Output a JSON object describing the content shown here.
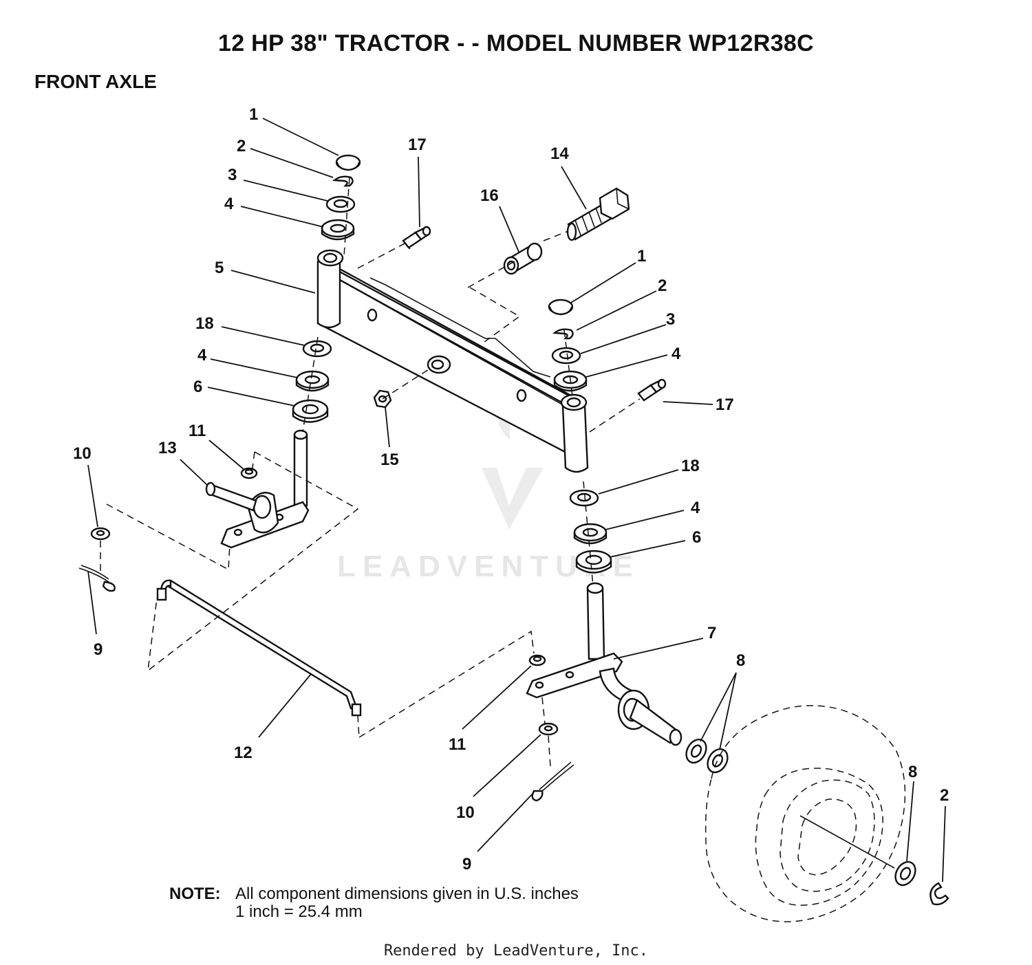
{
  "header": {
    "title": "12 HP 38\" TRACTOR - - MODEL NUMBER WP12R38C",
    "section": "FRONT AXLE"
  },
  "callouts": [
    {
      "id": "c1a",
      "text": "1"
    },
    {
      "id": "c2a",
      "text": "2"
    },
    {
      "id": "c3a",
      "text": "3"
    },
    {
      "id": "c4a",
      "text": "4"
    },
    {
      "id": "c5",
      "text": "5"
    },
    {
      "id": "c18a",
      "text": "18"
    },
    {
      "id": "c4b",
      "text": "4"
    },
    {
      "id": "c6a",
      "text": "6"
    },
    {
      "id": "c17a",
      "text": "17"
    },
    {
      "id": "c16",
      "text": "16"
    },
    {
      "id": "c14",
      "text": "14"
    },
    {
      "id": "c1b",
      "text": "1"
    },
    {
      "id": "c2b",
      "text": "2"
    },
    {
      "id": "c3b",
      "text": "3"
    },
    {
      "id": "c4c",
      "text": "4"
    },
    {
      "id": "c17b",
      "text": "17"
    },
    {
      "id": "c15",
      "text": "15"
    },
    {
      "id": "c10a",
      "text": "10"
    },
    {
      "id": "c13",
      "text": "13"
    },
    {
      "id": "c11a",
      "text": "11"
    },
    {
      "id": "c9a",
      "text": "9"
    },
    {
      "id": "c18b",
      "text": "18"
    },
    {
      "id": "c4d",
      "text": "4"
    },
    {
      "id": "c6b",
      "text": "6"
    },
    {
      "id": "c7",
      "text": "7"
    },
    {
      "id": "c8a",
      "text": "8"
    },
    {
      "id": "c12",
      "text": "12"
    },
    {
      "id": "c11b",
      "text": "11"
    },
    {
      "id": "c10b",
      "text": "10"
    },
    {
      "id": "c9b",
      "text": "9"
    },
    {
      "id": "c8b",
      "text": "8"
    },
    {
      "id": "c2c",
      "text": "2"
    }
  ],
  "watermark": {
    "text": "LEADVENTURE"
  },
  "note": {
    "label": "NOTE:",
    "line1": "All component dimensions given in U.S. inches",
    "line2": "1 inch = 25.4 mm"
  },
  "footer": {
    "credit": "Rendered by LeadVenture, Inc."
  }
}
